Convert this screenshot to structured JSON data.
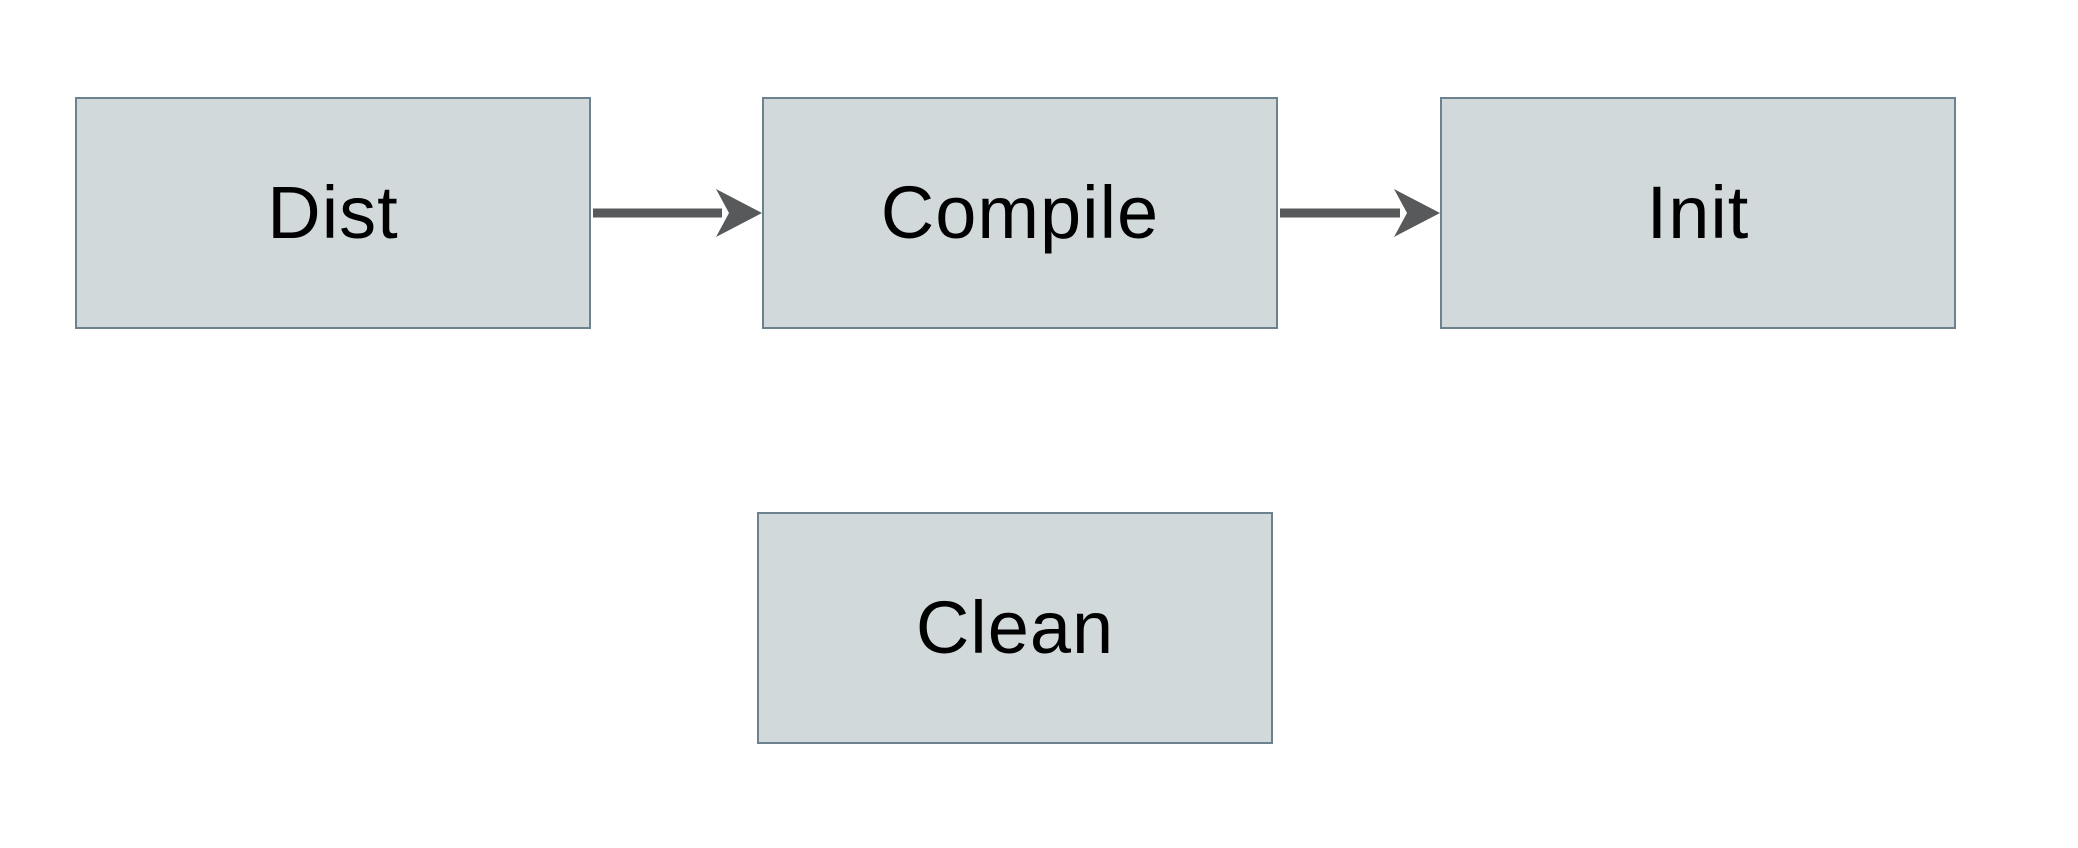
{
  "diagram": {
    "background_color": "#ffffff",
    "node_fill_color": "#d2d9db",
    "node_border_color": "#6d828f",
    "arrow_color": "#58595a",
    "label_color": "#000000",
    "nodes": [
      {
        "id": "dist",
        "label": "Dist"
      },
      {
        "id": "compile",
        "label": "Compile"
      },
      {
        "id": "init",
        "label": "Init"
      },
      {
        "id": "clean",
        "label": "Clean"
      }
    ],
    "edges": [
      {
        "from": "Dist",
        "to": "Compile"
      },
      {
        "from": "Compile",
        "to": "Init"
      }
    ]
  }
}
